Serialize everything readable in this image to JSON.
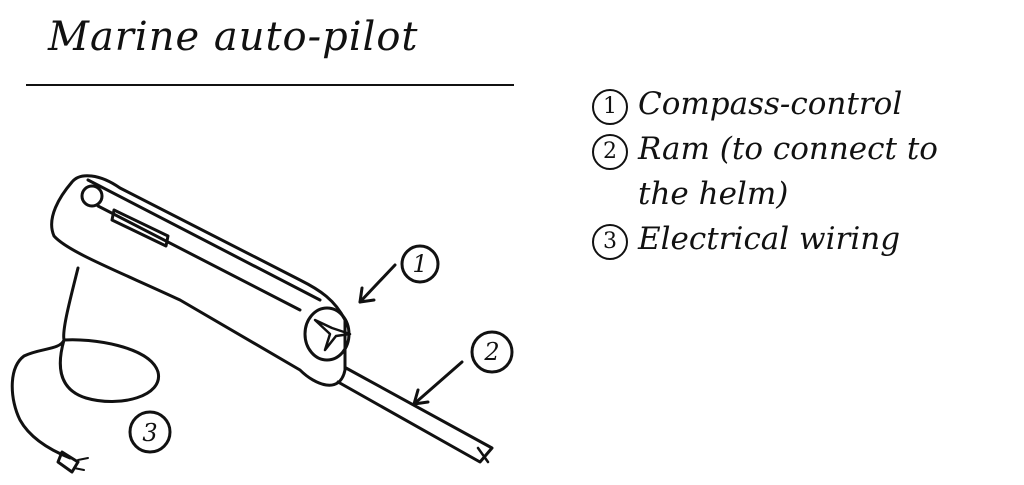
{
  "title": "Marine auto-pilot",
  "callouts": [
    "1",
    "2",
    "3"
  ],
  "legend": [
    {
      "num": "1",
      "text": "Compass-control"
    },
    {
      "num": "2",
      "text": "Ram (to connect to",
      "text2": "the helm)"
    },
    {
      "num": "3",
      "text": "Electrical wiring"
    }
  ]
}
